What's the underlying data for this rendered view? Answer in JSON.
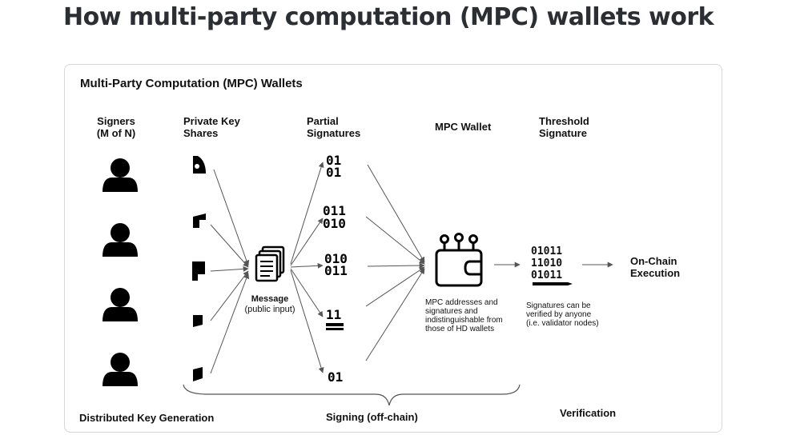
{
  "page": {
    "title": "How multi-party computation (MPC) wallets work"
  },
  "diagram": {
    "title": "Multi-Party Computation (MPC) Wallets",
    "columns": {
      "signers": [
        "Signers",
        "(M of N)"
      ],
      "key_shares": [
        "Private Key",
        "Shares"
      ],
      "partial_signatures": [
        "Partial",
        "Signatures"
      ],
      "mpc_wallet": "MPC Wallet",
      "threshold_signature": [
        "Threshold",
        "Signature"
      ]
    },
    "message": {
      "label": "Message",
      "sublabel": "(public input)"
    },
    "wallet_note": [
      "MPC addresses and",
      "signatures and",
      "indistinguishable from",
      "those of HD wallets"
    ],
    "threshold_bits": [
      "01011",
      "11010",
      "01011"
    ],
    "partial_bits": [
      [
        "01",
        "01"
      ],
      [
        "011",
        "010"
      ],
      [
        "010",
        "011"
      ],
      [
        "11",
        ""
      ],
      [
        "01",
        ""
      ]
    ],
    "threshold_note": [
      "Signatures can be",
      "verified by anyone",
      "(i.e. validator nodes)"
    ],
    "on_chain": [
      "On-Chain",
      "Execution"
    ],
    "phases": {
      "key_generation": "Distributed Key Generation",
      "signing": "Signing (off-chain)",
      "verification": "Verification"
    },
    "signer_count": 4,
    "share_count": 5,
    "partial_count": 5
  },
  "icons": [
    "person-icon",
    "key-share-icon",
    "document-stack-icon",
    "binary-signature-icon",
    "wallet-icon",
    "pen-icon"
  ],
  "colors": {
    "text": "#111111",
    "title": "#2b2f33",
    "arrow": "#555555",
    "border": "#d6d6d6"
  }
}
